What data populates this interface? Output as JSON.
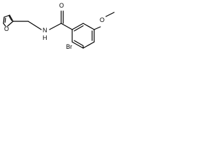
{
  "molecule": {
    "atoms": {
      "furan_o": "O",
      "amide_n": "N",
      "amide_h": "H",
      "carbonyl_o": "O",
      "methoxy_o": "O",
      "bromine": "Br"
    },
    "colors": {
      "line": "#000000",
      "background": "#ffffff"
    }
  }
}
